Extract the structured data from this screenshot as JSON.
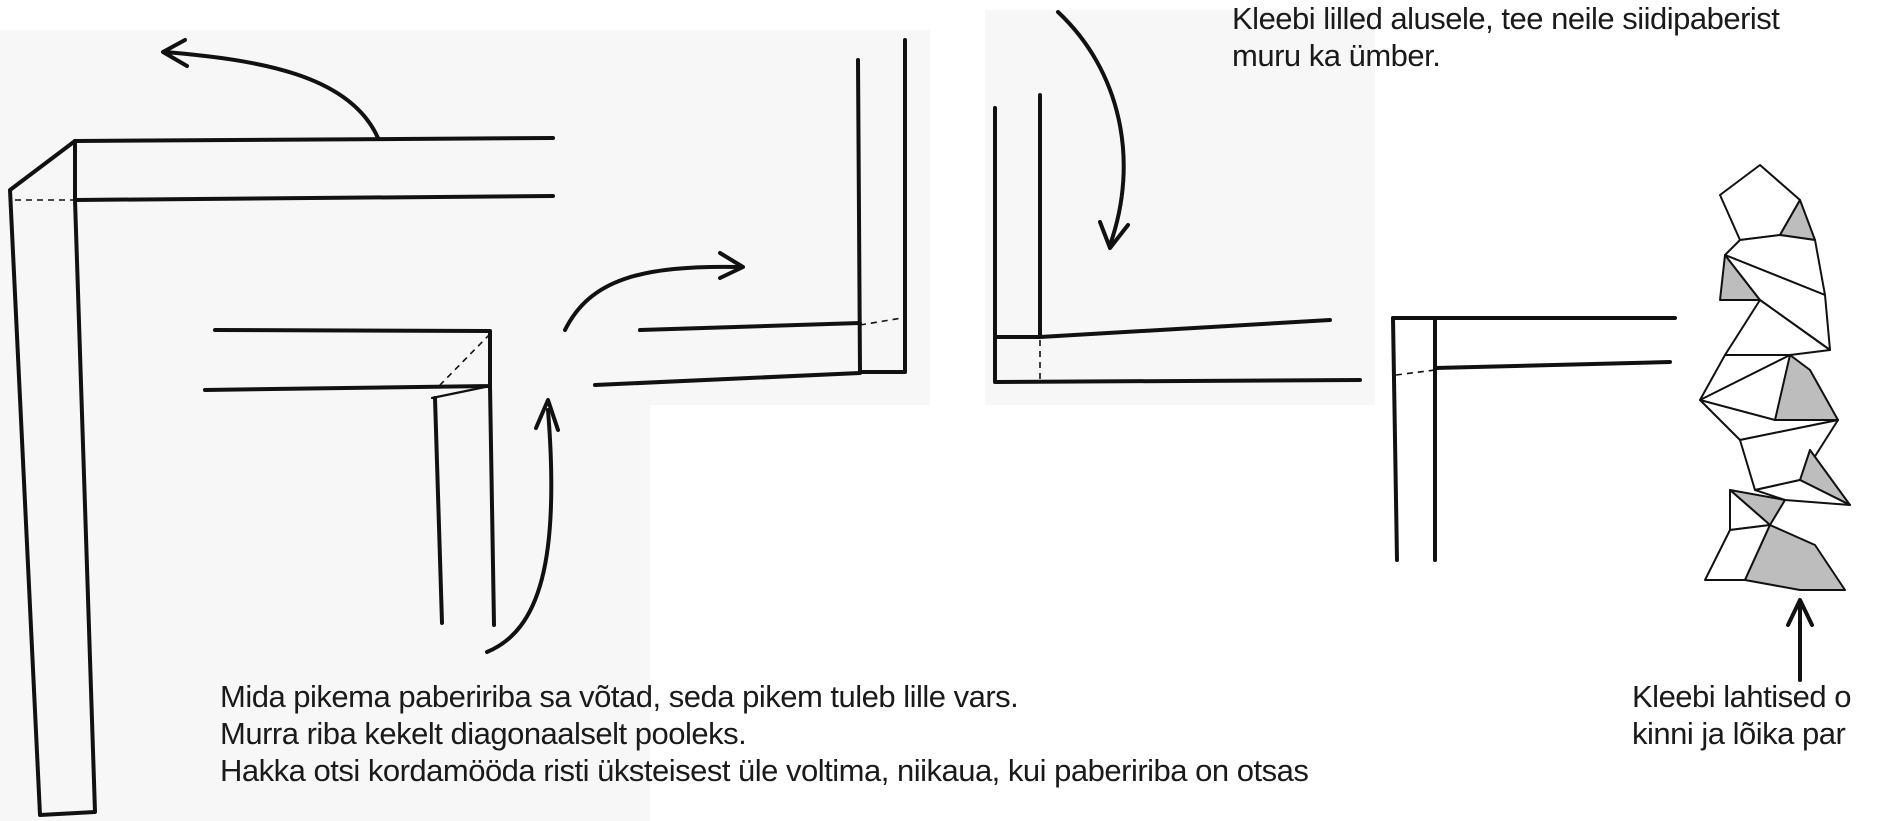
{
  "instructions": {
    "bottom_lines": [
      "Mida pikema pabeririba sa võtad, seda pikem tuleb lille vars.",
      "Murra riba kekelt diagonaalselt pooleks.",
      "Hakka otsi kordamööda risti üksteisest üle voltima, niikaua, kui pabeririba on otsas"
    ],
    "top_right_lines": [
      "Kleebi lilled alusele, tee neile siidipaberist",
      "muru ka ümber."
    ],
    "bottom_right_lines": [
      "Kleebi lahtised o",
      "kinni ja lõika par"
    ]
  },
  "colors": {
    "ink": "#111111",
    "shade": "#bdbdbd",
    "paper": "#f7f7f7",
    "background": "#ffffff"
  }
}
